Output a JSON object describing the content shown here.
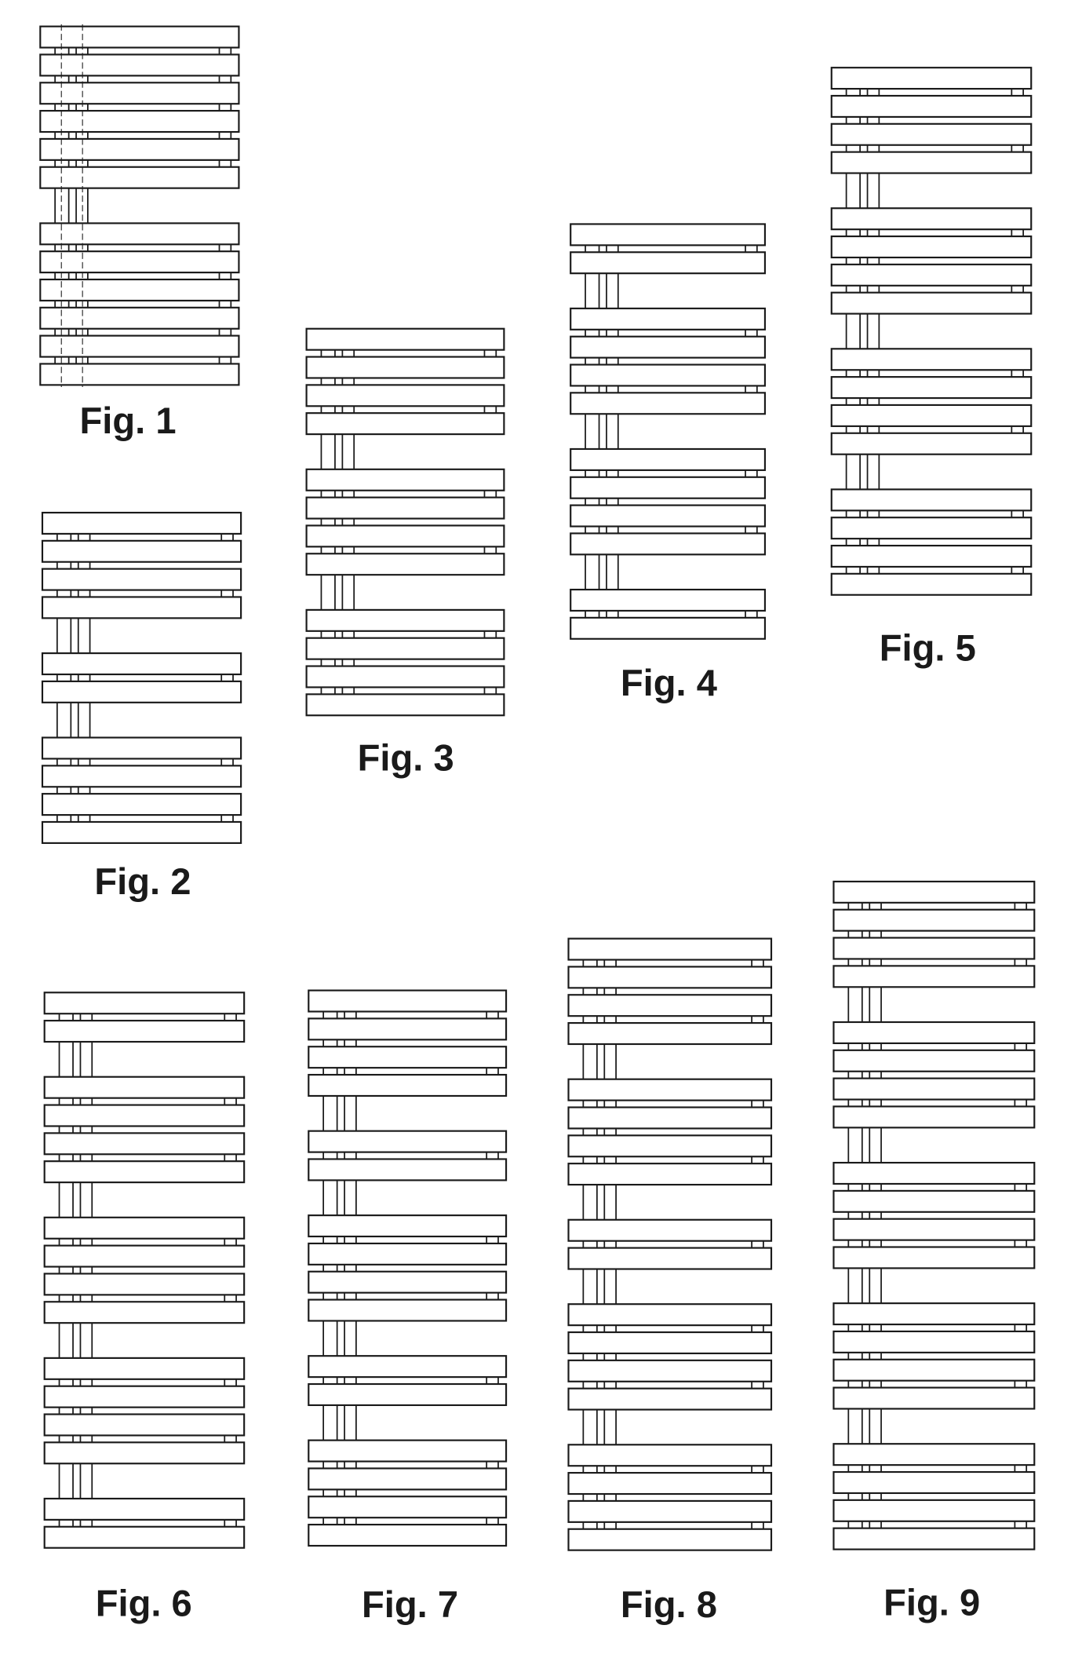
{
  "colors": {
    "ink": "#1a1a1a",
    "paper": "#ffffff"
  },
  "figures": [
    {
      "label": "Fig. 1",
      "bar_groups": [
        6,
        6
      ],
      "dashed_center_lines": true
    },
    {
      "label": "Fig. 2",
      "bar_groups": [
        4,
        2,
        4
      ],
      "dashed_center_lines": false
    },
    {
      "label": "Fig. 3",
      "bar_groups": [
        4,
        4,
        4
      ],
      "dashed_center_lines": false
    },
    {
      "label": "Fig. 4",
      "bar_groups": [
        2,
        4,
        4,
        2
      ],
      "dashed_center_lines": false
    },
    {
      "label": "Fig. 5",
      "bar_groups": [
        4,
        4,
        4,
        4
      ],
      "dashed_center_lines": false
    },
    {
      "label": "Fig. 6",
      "bar_groups": [
        2,
        4,
        4,
        4,
        2
      ],
      "dashed_center_lines": false
    },
    {
      "label": "Fig. 7",
      "bar_groups": [
        4,
        2,
        4,
        2,
        4
      ],
      "dashed_center_lines": false
    },
    {
      "label": "Fig. 8",
      "bar_groups": [
        4,
        4,
        2,
        4,
        4
      ],
      "dashed_center_lines": false
    },
    {
      "label": "Fig. 9",
      "bar_groups": [
        4,
        4,
        4,
        4,
        4
      ],
      "dashed_center_lines": false
    }
  ]
}
